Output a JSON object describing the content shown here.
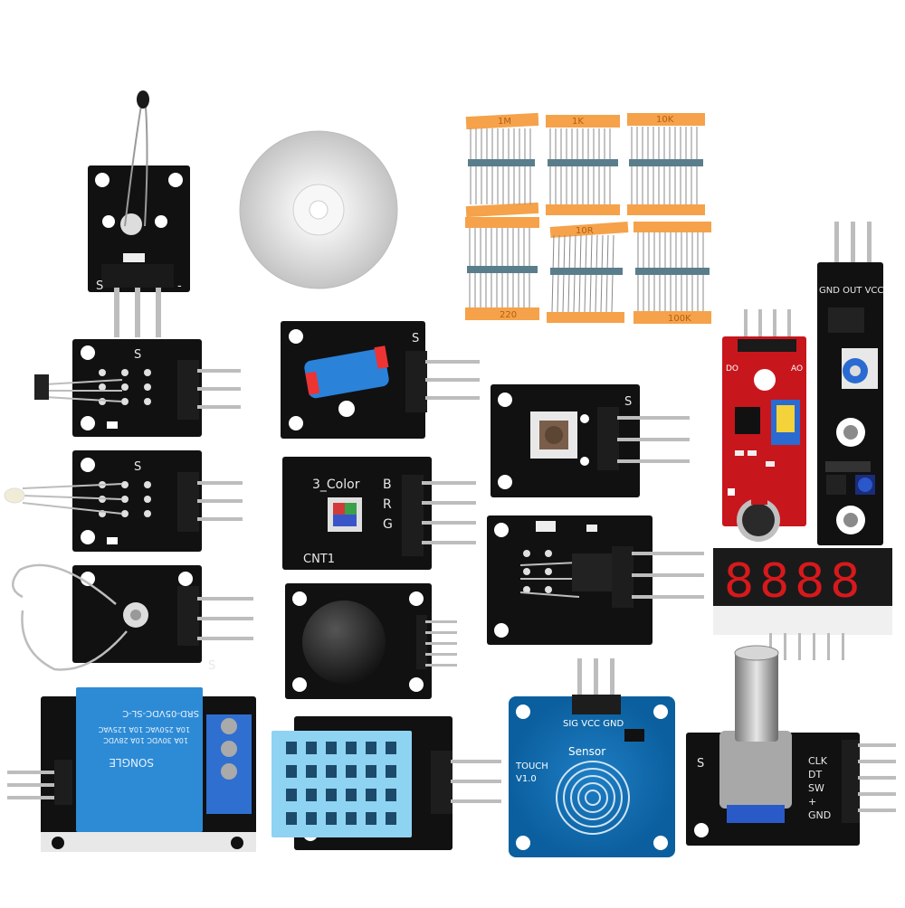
{
  "resistor_bands": {
    "b1": "1M",
    "b2": "1K",
    "b3": "10K",
    "b4": "220",
    "b5": "10R",
    "b6": "100K"
  },
  "module_labels": {
    "thermistor_s": "S",
    "thermistor_dash": "-",
    "rgb": "3_Color",
    "rgb_pin_b": "B",
    "rgb_pin_r": "R",
    "rgb_pin_g": "G",
    "rgb_bottom": "CNT1",
    "relay_brand": "SONGLE",
    "relay_model": "SRD-05VDC-SL-C",
    "relay_rating1": "10A 250VAC 10A 125VAC",
    "relay_rating2": "10A 30VDC 10A 28VDC",
    "touch_pins": "SIG VCC GND",
    "touch_word": "TOUCH",
    "touch_ver": "V1.0",
    "touch_sensor": "Sensor",
    "encoder_clk": "CLK",
    "encoder_dt": "DT",
    "encoder_sw": "SW",
    "encoder_plus": "+",
    "encoder_gnd": "GND",
    "linefollow_pins": "GND OUT VCC",
    "sound_ao": "AO",
    "sound_do": "DO",
    "segment_display": "8888"
  },
  "colors": {
    "board_black": "#111111",
    "board_red": "#c8161d",
    "board_blue": "#0b5f9e",
    "relay_blue": "#2d8bd6",
    "dht_blue": "#8fd3f2",
    "resistor_tape": "#f5a24a",
    "segment_red": "#d7191c"
  }
}
